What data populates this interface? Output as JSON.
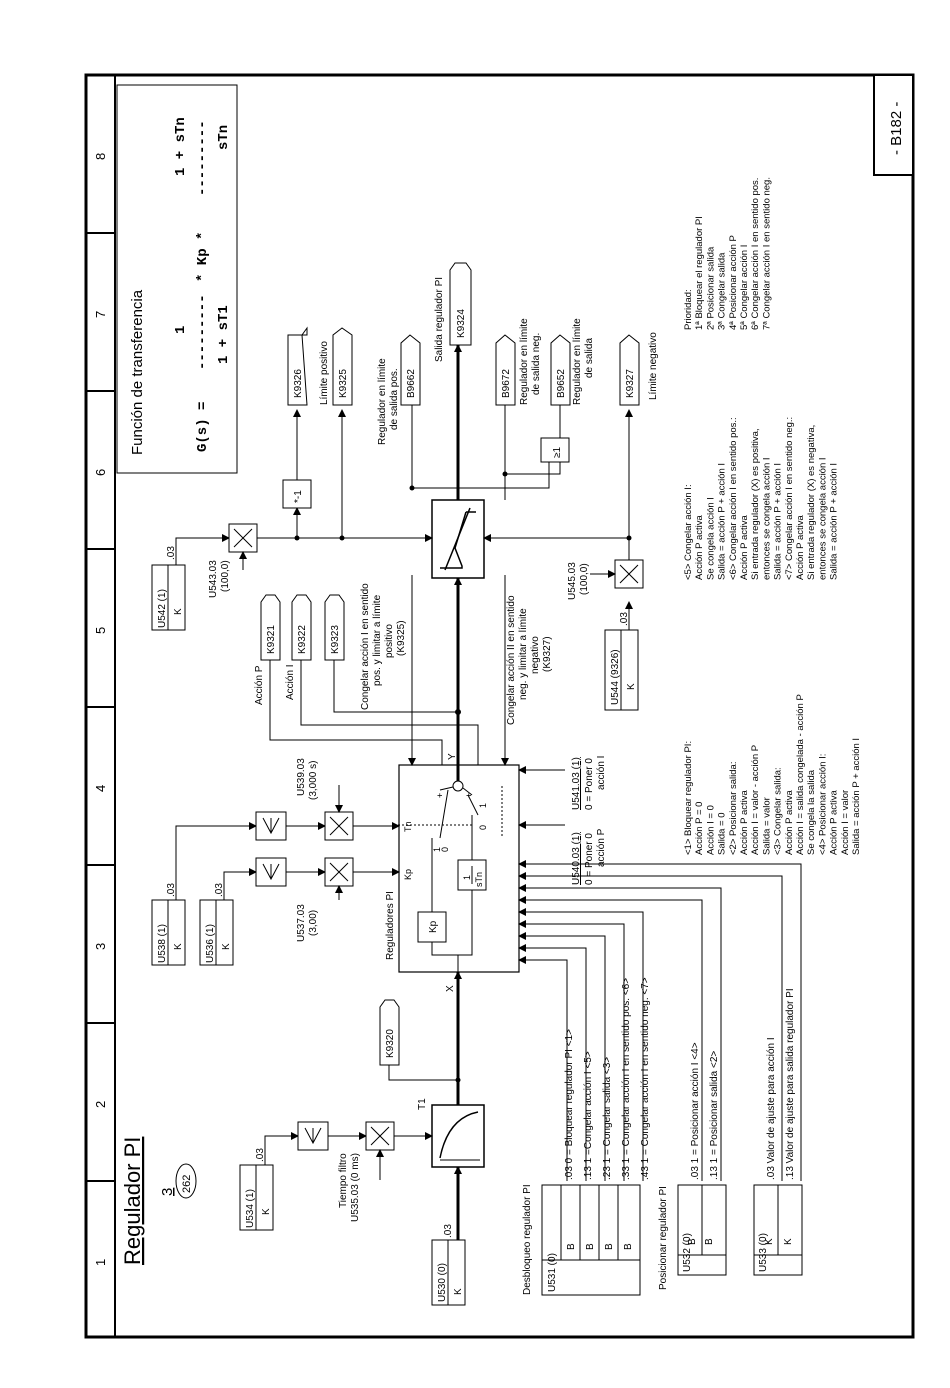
{
  "title": "Regulador PI",
  "page_no": "3",
  "page_ref": "262",
  "sheet_id": "- B182 -",
  "column_numbers": [
    "1",
    "2",
    "3",
    "4",
    "5",
    "6",
    "7",
    "8"
  ],
  "transfer": {
    "heading": "Función de transferencia",
    "gs": "G(s)  =",
    "num1": "1",
    "dashes1": "---------",
    "den1": "1 + sT1",
    "kp": "* Kp *",
    "num2": "1 + sTn",
    "dashes2": "---------",
    "den2": "sTn"
  },
  "params": {
    "u530": "U530 (0)",
    "u534": "U534 (1)",
    "u536": "U536 (1)",
    "u538": "U538 (1)",
    "u542": "U542 (1)",
    "u544": "U544 (9326)",
    "k": "K",
    "b": "B",
    "idx03": ".03",
    "idx13": ".13",
    "idx23": ".23",
    "idx33": ".33",
    "idx43": ".43"
  },
  "annotations": {
    "tiempo_filtro": "Tiempo filtro",
    "u535": "U535.03 (0 ms)",
    "t1": "T1",
    "x": "X",
    "y": "Y",
    "kp": "Kp",
    "tn": "Tn",
    "sTn": "sTn",
    "one": "1",
    "zero": "0",
    "u537": "U537.03",
    "u537v": "(3,00)",
    "u539": "U539.03",
    "u539v": "(3,000 s)",
    "u543": "U543.03",
    "u543v": "(100,0)",
    "u545": "U545.03",
    "u545v": "(100,0)",
    "reguladores": "Reguladores PI",
    "u540": "U540.03 (1)",
    "u540a": "0 = Poner 0",
    "u540b": "acción P",
    "u541": "U541.03 (1)",
    "u541a": "0 = Poner 0",
    "u541b": "acción I",
    "minus1": "*-1",
    "ge1": "≥1"
  },
  "connectors": {
    "k9320": "K9320",
    "k9321": "K9321",
    "k9322": "K9322",
    "k9323": "K9323",
    "k9324": "K9324",
    "k9325": "K9325",
    "k9326": "K9326",
    "k9327": "K9327",
    "b9662": "B9662",
    "b9672": "B9672",
    "b9652": "B9652"
  },
  "labels": {
    "accion_p": "Acción P",
    "accion_i": "Acción I",
    "congelar_pos": [
      "Congelar acción I en sentido",
      "pos. y limitar a límite",
      "positivo",
      "(K9325)"
    ],
    "congelar_neg": [
      "Congelar acción II en sentido",
      "neg. y limitar a límite",
      "negativo",
      "(K9327)"
    ],
    "salida": "Salida regulador PI",
    "limite_pos": "Límite positivo",
    "limite_neg": "Límite negativo",
    "lim_salida_pos": [
      "Regulador en límite",
      "de salida pos."
    ],
    "lim_salida_neg": [
      "Regulador en límite",
      "de salida neg."
    ],
    "lim_salida": [
      "Regulador en límite",
      "de salida"
    ]
  },
  "group_desbloqueo": {
    "heading": "Desbloqueo regulador PI",
    "param": "U531 (0)",
    "lines": [
      ".03  0 = Bloquear regulador PI <1>",
      ".13  1 =Congelar acción I <5>",
      ".23  1 = Congelar salida <3>",
      ".33  1 = Congelar acción I en sentido pos. <6>",
      ".43  1 = Congelar acción I en sentido neg.  <7>"
    ]
  },
  "group_posicionar": {
    "heading": "Posicionar regulador PI",
    "param": "U532 (0)",
    "lines": [
      ".03  1 = Posicionar acción I <4>",
      ".13  1 = Posicionar salida <2>"
    ]
  },
  "group_valor": {
    "param": "U533 (0)",
    "lines": [
      ".03  Valor de ajuste para acción I",
      ".13  Valor de ajuste para salida regulador PI"
    ]
  },
  "notes_col1": [
    "<1>  Bloquear regulador PI:",
    "       Acción P = 0",
    "       Acción I  = 0",
    "       Salida  = 0",
    "<2>  Posicionar salida:",
    "       Acción P activa",
    "       Acción I = valor - acción P",
    "       Salida = valor",
    "<3>  Congelar salida:",
    "       Acción P activa",
    "       Acción I = salida congelada  - acción P",
    "       Se congela la salida",
    "<4>  Posicionar acción I:",
    "       Acción P activa",
    "       Acción I  = valor",
    "       Salida  = acción P + acción I"
  ],
  "notes_col2": [
    "<5>  Congelar acción I:",
    "       Acción P activa",
    "       Se congela acción I",
    "       Salida = acción P + acción I",
    "<6>  Congelar acción I en sentido pos.:",
    "       Acción P activa",
    "       Si entrada regulador (X)  es positiva,",
    "       entonces se congela acción I",
    "       Salida   = acción P + acción I",
    "<7>  Congelar acción I en sentido neg.:",
    "       Acción P activa",
    "       Si entrada regulador (X) es negativa,",
    "       entonces se congela acción I",
    "       Salida  = acción P  + acción I"
  ],
  "notes_prio": [
    "Prioridad:",
    "1ª Bloquear el regulador PI",
    "2ª Posicionar salida",
    "3ª Congelar salida",
    "4ª Posicionar acción P",
    "5ª Congelar acción I",
    "6ª Congelar acción I  en sentido pos.",
    "7ª Congelar acción I en sentido neg."
  ]
}
